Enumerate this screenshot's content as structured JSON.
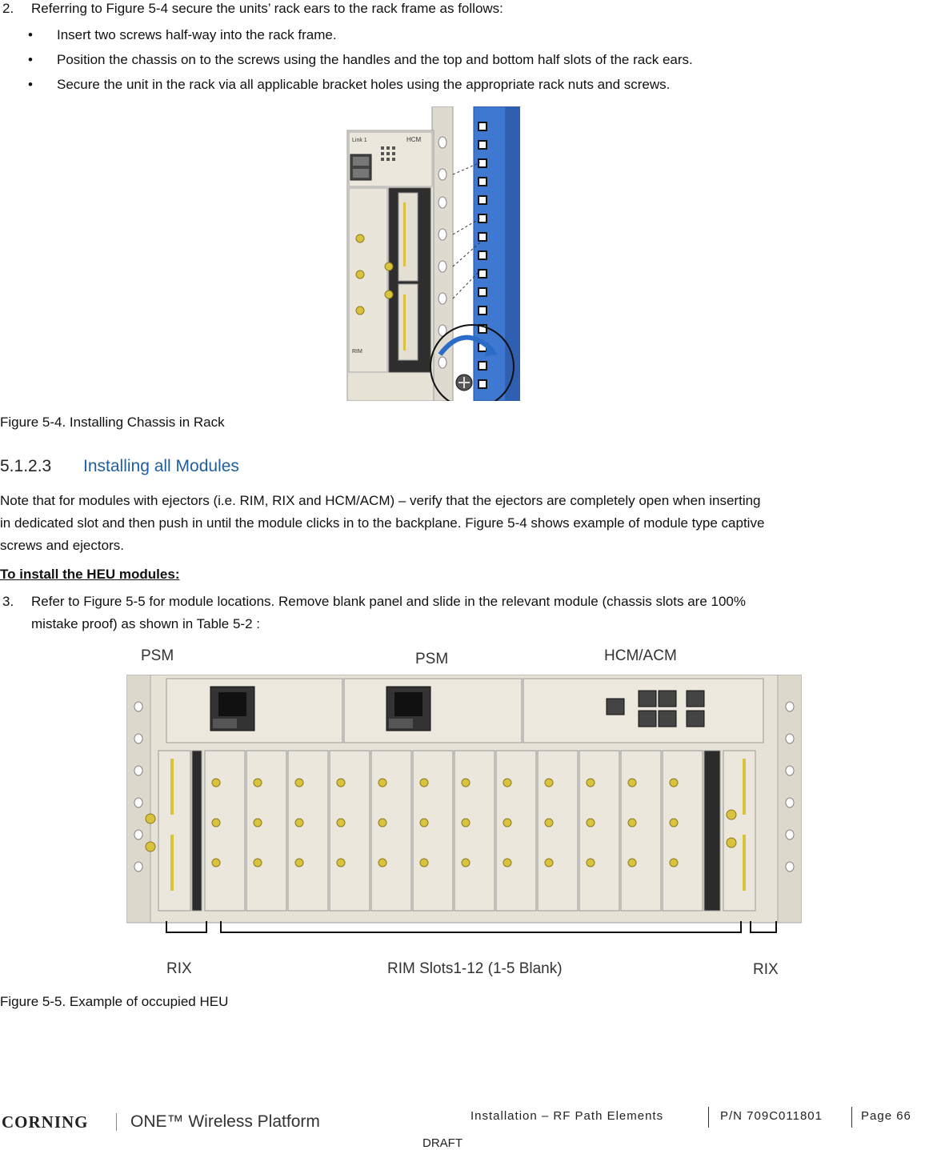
{
  "step2": {
    "number": "2.",
    "text": "Referring to Figure 5-4 secure the units’ rack ears to the rack frame as follows:",
    "bullets": [
      "Insert two screws half-way into the rack frame.",
      "Position the chassis on to the screws using the handles and the top and bottom half slots of the rack ears.",
      "Secure the unit in the rack via all applicable bracket holes using the appropriate rack nuts and screws."
    ]
  },
  "figure1": {
    "caption": "Figure 5-4. Installing Chassis in Rack",
    "labels": {
      "link": "Link 1",
      "hcm": "HCM",
      "rim": "RIM"
    }
  },
  "section": {
    "number": "5.1.2.3",
    "title": "Installing all Modules"
  },
  "note": {
    "line1": "Note that for modules with ejectors (i.e. RIM, RIX and HCM/ACM) – verify that the ejectors are completely open when inserting",
    "line2": "in dedicated slot and then push in until the module clicks in to the backplane. Figure 5-4 shows example of module type captive",
    "line3": "screws and ejectors."
  },
  "subheading": "To install the HEU modules:",
  "step3": {
    "number": "3.",
    "line1": "Refer to Figure 5-5 for module locations. Remove blank panel and slide in the relevant module (chassis slots are 100%",
    "line2": "mistake proof) as shown in Table 5-2 :"
  },
  "figure2": {
    "caption": "Figure 5-5. Example of occupied HEU",
    "labels": {
      "psm1": "PSM",
      "psm2": "PSM",
      "hcm_acm": "HCM/ACM",
      "rix_left": "RIX",
      "rim_slots": "RIM Slots1-12 (1-5 Blank)",
      "rix_right": "RIX"
    }
  },
  "footer": {
    "brand": "CORNING",
    "product": "ONE™ Wireless Platform",
    "section": "Installation – RF Path Elements",
    "part_number": "P/N 709C011801",
    "page": "Page 66",
    "status": "DRAFT"
  },
  "colors": {
    "heading_blue": "#1f5f9f",
    "rack_blue": "#3f78d0",
    "chassis": "#e6e2d6"
  }
}
